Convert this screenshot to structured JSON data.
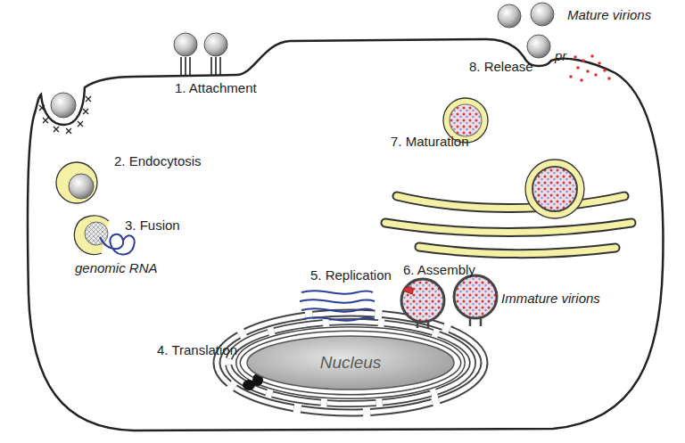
{
  "diagram": {
    "nodes": [
      {
        "text": [
          "Nucleus"
        ]
      }
    ],
    "labels": [
      "1. Attachment",
      "2. Endocytosis",
      "3. Fusion",
      "genomic RNA",
      "4. Translation",
      "5. Replication",
      "6. Assembly",
      "Immature virions",
      "7. Maturation",
      "8. Release",
      "Mature virions",
      "pr"
    ]
  }
}
